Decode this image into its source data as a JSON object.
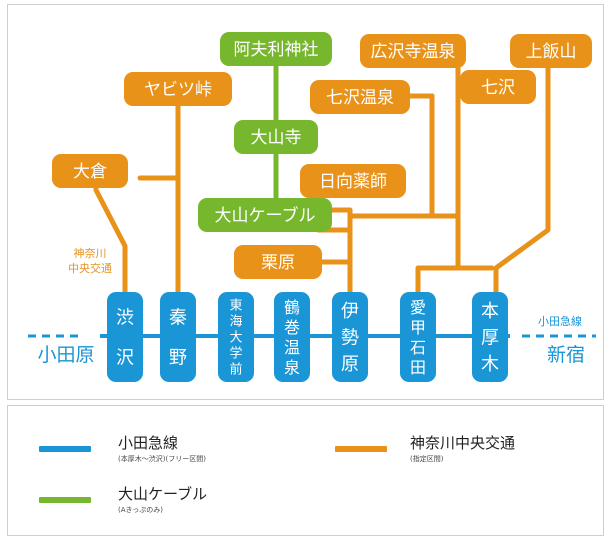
{
  "colors": {
    "odakyu": "#1a95d6",
    "kanachu": "#e99219",
    "cable": "#77b72e",
    "white": "#ffffff"
  },
  "stations": [
    {
      "label": "渋沢"
    },
    {
      "label": "秦野"
    },
    {
      "label": "東海大学前"
    },
    {
      "label": "鶴巻温泉"
    },
    {
      "label": "伊勢原"
    },
    {
      "label": "愛甲石田"
    },
    {
      "label": "本厚木"
    }
  ],
  "line_ends": {
    "west": "小田原",
    "east": "新宿",
    "east_line": "小田急線"
  },
  "bus_operator_label": [
    "神奈川",
    "中央交通"
  ],
  "bus_destinations": [
    {
      "label": "大倉"
    },
    {
      "label": "ヤビツ峠"
    },
    {
      "label": "七沢温泉"
    },
    {
      "label": "広沢寺温泉"
    },
    {
      "label": "七沢"
    },
    {
      "label": "上飯山"
    },
    {
      "label": "日向薬師"
    },
    {
      "label": "栗原"
    }
  ],
  "cable_stops": [
    {
      "label": "阿夫利神社"
    },
    {
      "label": "大山寺"
    },
    {
      "label": "大山ケーブル"
    }
  ],
  "legend": {
    "odakyu": {
      "title": "小田急線",
      "sub": "(本厚木〜渋沢)(フリー区間)"
    },
    "kanachu": {
      "title": "神奈川中央交通",
      "sub": "(指定区間)"
    },
    "cable": {
      "title": "大山ケーブル",
      "sub": "(Aきっぷのみ)"
    }
  }
}
